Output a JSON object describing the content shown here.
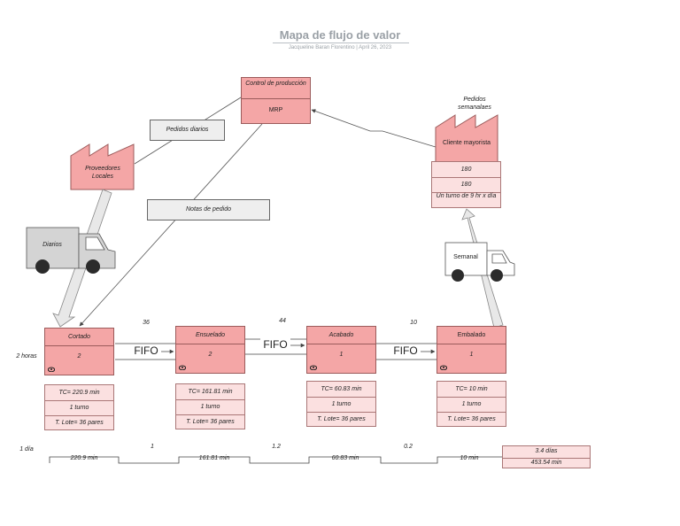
{
  "header": {
    "title": "Mapa de flujo de valor",
    "subtitle": "Jacqueline Baran Florentino  |  April 26, 2023"
  },
  "control": {
    "title": "Control de producción",
    "system": "MRP"
  },
  "notes": {
    "daily_orders": "Pedidos diarios",
    "order_notes": "Notas de pedido"
  },
  "supplier": {
    "label": "Proveedores Locales",
    "truck_label": "Diarios"
  },
  "customer": {
    "label": "Cliente mayorista",
    "orders_label": "Pedidos semanalaes",
    "data": [
      "180",
      "180",
      "Un turno de 9 hr x día"
    ],
    "truck_label": "Semanal"
  },
  "processes": [
    {
      "name": "Cortado",
      "value": "2",
      "tc": "TC= 220.9 min",
      "shift": "1 turno",
      "lot": "T. Lote= 36 pares"
    },
    {
      "name": "Ensuelado",
      "value": "2",
      "tc": "TC= 161.81 min",
      "shift": "1 turno",
      "lot": "T. Lote= 36 pares"
    },
    {
      "name": "Acabado",
      "value": "1",
      "tc": "TC= 60.83 min",
      "shift": "1 turno",
      "lot": "T. Lote= 36 pares"
    },
    {
      "name": "Embalado",
      "value": "1",
      "tc": "TC= 10 min",
      "shift": "1 turno",
      "lot": "T. Lote= 36 pares"
    }
  ],
  "inventory": [
    "36",
    "44",
    "10"
  ],
  "fifo_label": "FIFO",
  "left_labels": {
    "hours": "2 horas",
    "day": "1 día"
  },
  "timeline": {
    "wait": [
      "1",
      "1.2",
      "0.2"
    ],
    "process": [
      "220.9 min",
      "161.81 min",
      "60.83 min",
      "10 min"
    ],
    "totals": [
      "3.4 días",
      "453.54 min"
    ]
  },
  "colors": {
    "process_fill": "#f4a6a6",
    "data_fill": "#fbe0e0",
    "note_fill": "#eeeeee",
    "truck_fill": "#d4d4d4"
  },
  "icons": [
    "factory-icon",
    "truck-icon",
    "operator-icon",
    "push-arrow-icon",
    "electronic-info-arrow-icon"
  ]
}
